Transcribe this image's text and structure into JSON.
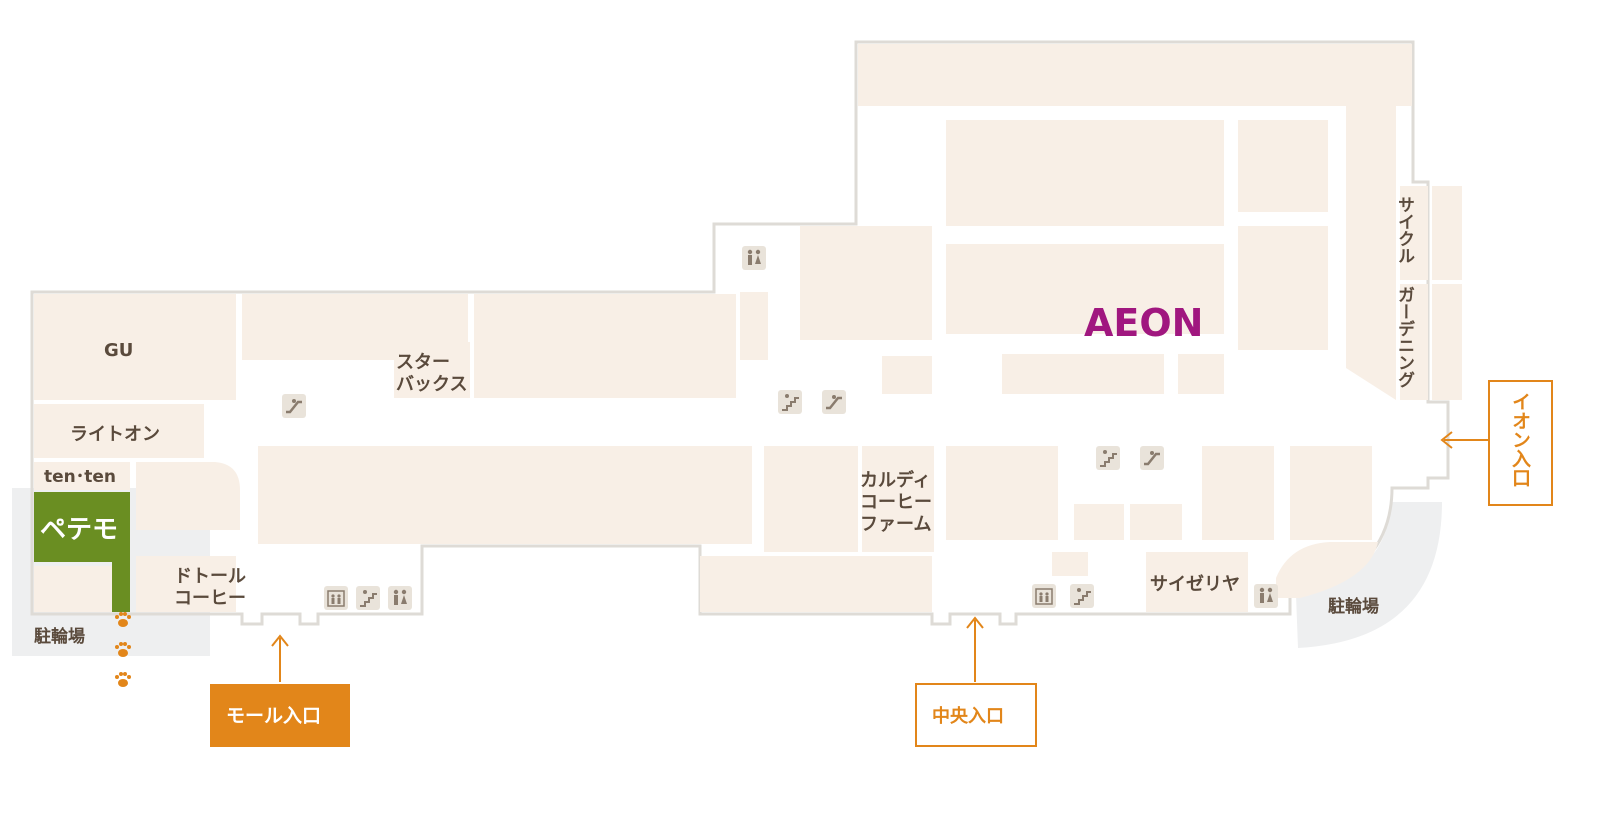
{
  "colors": {
    "store_fill": "#f8efe6",
    "outline": "#dedbd6",
    "label_text": "#5a4a3c",
    "aeon_brand": "#a0177f",
    "petemo_green": "#6a8e22",
    "entrance_orange": "#e2861a",
    "parking_gray": "#eeeff0"
  },
  "stores": {
    "gu": "GU",
    "right_on": "ライトオン",
    "tenten": "ten･ten",
    "petemo": "ペテモ",
    "starbucks_line1": "スター",
    "starbucks_line2": "バックス",
    "doutor_line1": "ドトール",
    "doutor_line2": "コーヒー",
    "kaldi_line1": "カルディ",
    "kaldi_line2": "コーヒー",
    "kaldi_line3": "ファーム",
    "aeon": "AEON",
    "saizeriya": "サイゼリヤ",
    "cycle": "サイクル",
    "gardening": "ガーデニング"
  },
  "parking": {
    "left": "駐輪場",
    "right": "駐輪場"
  },
  "entrances": {
    "mall": "モール入口",
    "central": "中央入口",
    "aeon": "イオン入口"
  },
  "facility_icons": [
    "restroom-icon",
    "escalator-icon",
    "stairs-icon",
    "elevator-icon",
    "paw-icon"
  ]
}
